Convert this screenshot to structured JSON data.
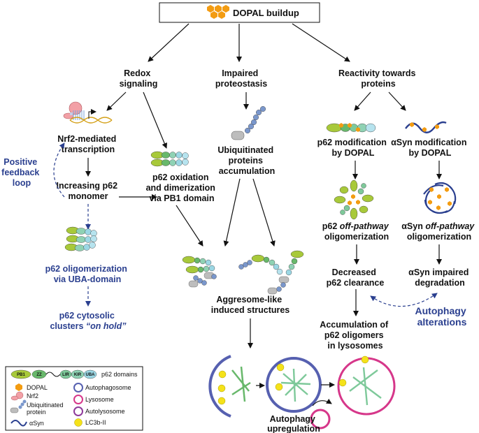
{
  "title": "DOPAL buildup",
  "branches": {
    "redox": [
      "Redox",
      "signaling"
    ],
    "proteostasis": [
      "Impaired",
      "proteostasis"
    ],
    "reactivity": [
      "Reactivity towards",
      "proteins"
    ]
  },
  "redox_path": {
    "nrf2": [
      "Nrf2-mediated",
      "transcription"
    ],
    "monomer": [
      "Increasing p62",
      "monomer"
    ],
    "oxidation": [
      "p62 oxidation",
      "and dimerization",
      "via PB1 domain"
    ],
    "feedback": [
      "Positive",
      "feedback",
      "loop"
    ],
    "oligomerization": [
      "p62 oligomerization",
      "via UBA-domain"
    ],
    "clusters_line1": "p62 cytosolic",
    "clusters_prefix": "clusters ",
    "clusters_italic": "“on hold”"
  },
  "proteostasis_path": {
    "ubiquitinated": [
      "Ubiquitinated",
      "proteins",
      "accumulation"
    ],
    "aggresome": [
      "Aggresome-like",
      "induced structures"
    ],
    "upregulation": [
      "Autophagy",
      "upregulation"
    ]
  },
  "reactivity_path": {
    "p62_mod": [
      "p62 modification",
      "by DOPAL"
    ],
    "asyn_mod": [
      "αSyn modification",
      "by DOPAL"
    ],
    "p62_off": {
      "prefix": "p62 ",
      "italic": "off-pathway",
      "line2": "oligomerization"
    },
    "asyn_off": {
      "prefix": "αSyn ",
      "italic": "off-pathway",
      "line2": "oligomerization"
    },
    "p62_clear": [
      "Decreased",
      "p62 clearance"
    ],
    "asyn_deg": [
      "αSyn impaired",
      "degradation"
    ],
    "alterations": [
      "Autophagy",
      "alterations"
    ],
    "accumulation": [
      "Accumulation of",
      "p62 oligomers",
      "in lysosomes"
    ]
  },
  "legend": {
    "domains_title": "p62 domains",
    "domains": [
      "PB1",
      "ZZ",
      "LIR",
      "KIR",
      "UBA"
    ],
    "items_left": [
      "DOPAL",
      "Nrf2",
      "Ubiquitinated",
      "protein",
      "αSyn"
    ],
    "items_right": [
      "Autophagosome",
      "Lysosome",
      "Autolysosome",
      "LC3b-II"
    ]
  },
  "colors": {
    "accent_blue": "#2a3f8f",
    "dopal_orange": "#f39c12",
    "p62_green": "#a8c93a",
    "lysosome_pink": "#d6378a",
    "autophagosome_blue": "#5660b0",
    "lc3_yellow": "#f5e21a"
  }
}
